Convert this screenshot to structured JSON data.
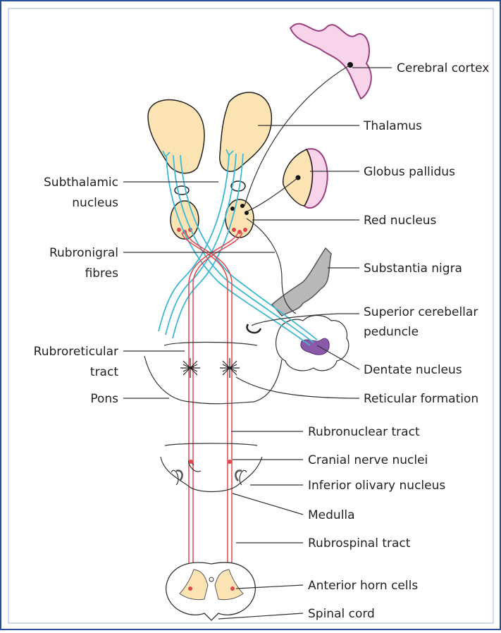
{
  "labels": {
    "cerebral_cortex": "Cerebral cortex",
    "thalamus": "Thalamus",
    "globus_pallidus": "Globus pallidus",
    "red_nucleus": "Red nucleus",
    "substantia_nigra": "Substantia nigra",
    "superior_cerebellar_peduncle_1": "Superior cerebellar",
    "superior_cerebellar_peduncle_2": "peduncle",
    "dentate_nucleus": "Dentate nucleus",
    "reticular_formation": "Reticular formation",
    "rubronuclear_tract": "Rubronuclear tract",
    "cranial_nerve_nuclei": "Cranial nerve nuclei",
    "inferior_olivary_nucleus": "Inferior olivary nucleus",
    "medulla": "Medulla",
    "rubrospinal_tract": "Rubrospinal tract",
    "anterior_horn_cells": "Anterior horn cells",
    "spinal_cord": "Spinal cord",
    "subthalamic_1": "Subthalamic",
    "subthalamic_2": "nucleus",
    "rubronigral_1": "Rubronigral",
    "rubronigral_2": "fibres",
    "rubroreticular_1": "Rubroreticular",
    "rubroreticular_2": "tract",
    "pons": "Pons"
  },
  "colors": {
    "frame": "#2a4f9a",
    "thalamus_fill": "#fbe3b4",
    "cortex_fill": "#f7d4ea",
    "cortex_stroke": "#9a3e7e",
    "red_tract": "#e0474c",
    "blue_tract": "#3cb8d2",
    "nigra_fill": "#b8b8b8",
    "dentate_fill": "#8a5aa8",
    "label_line": "#333333"
  }
}
